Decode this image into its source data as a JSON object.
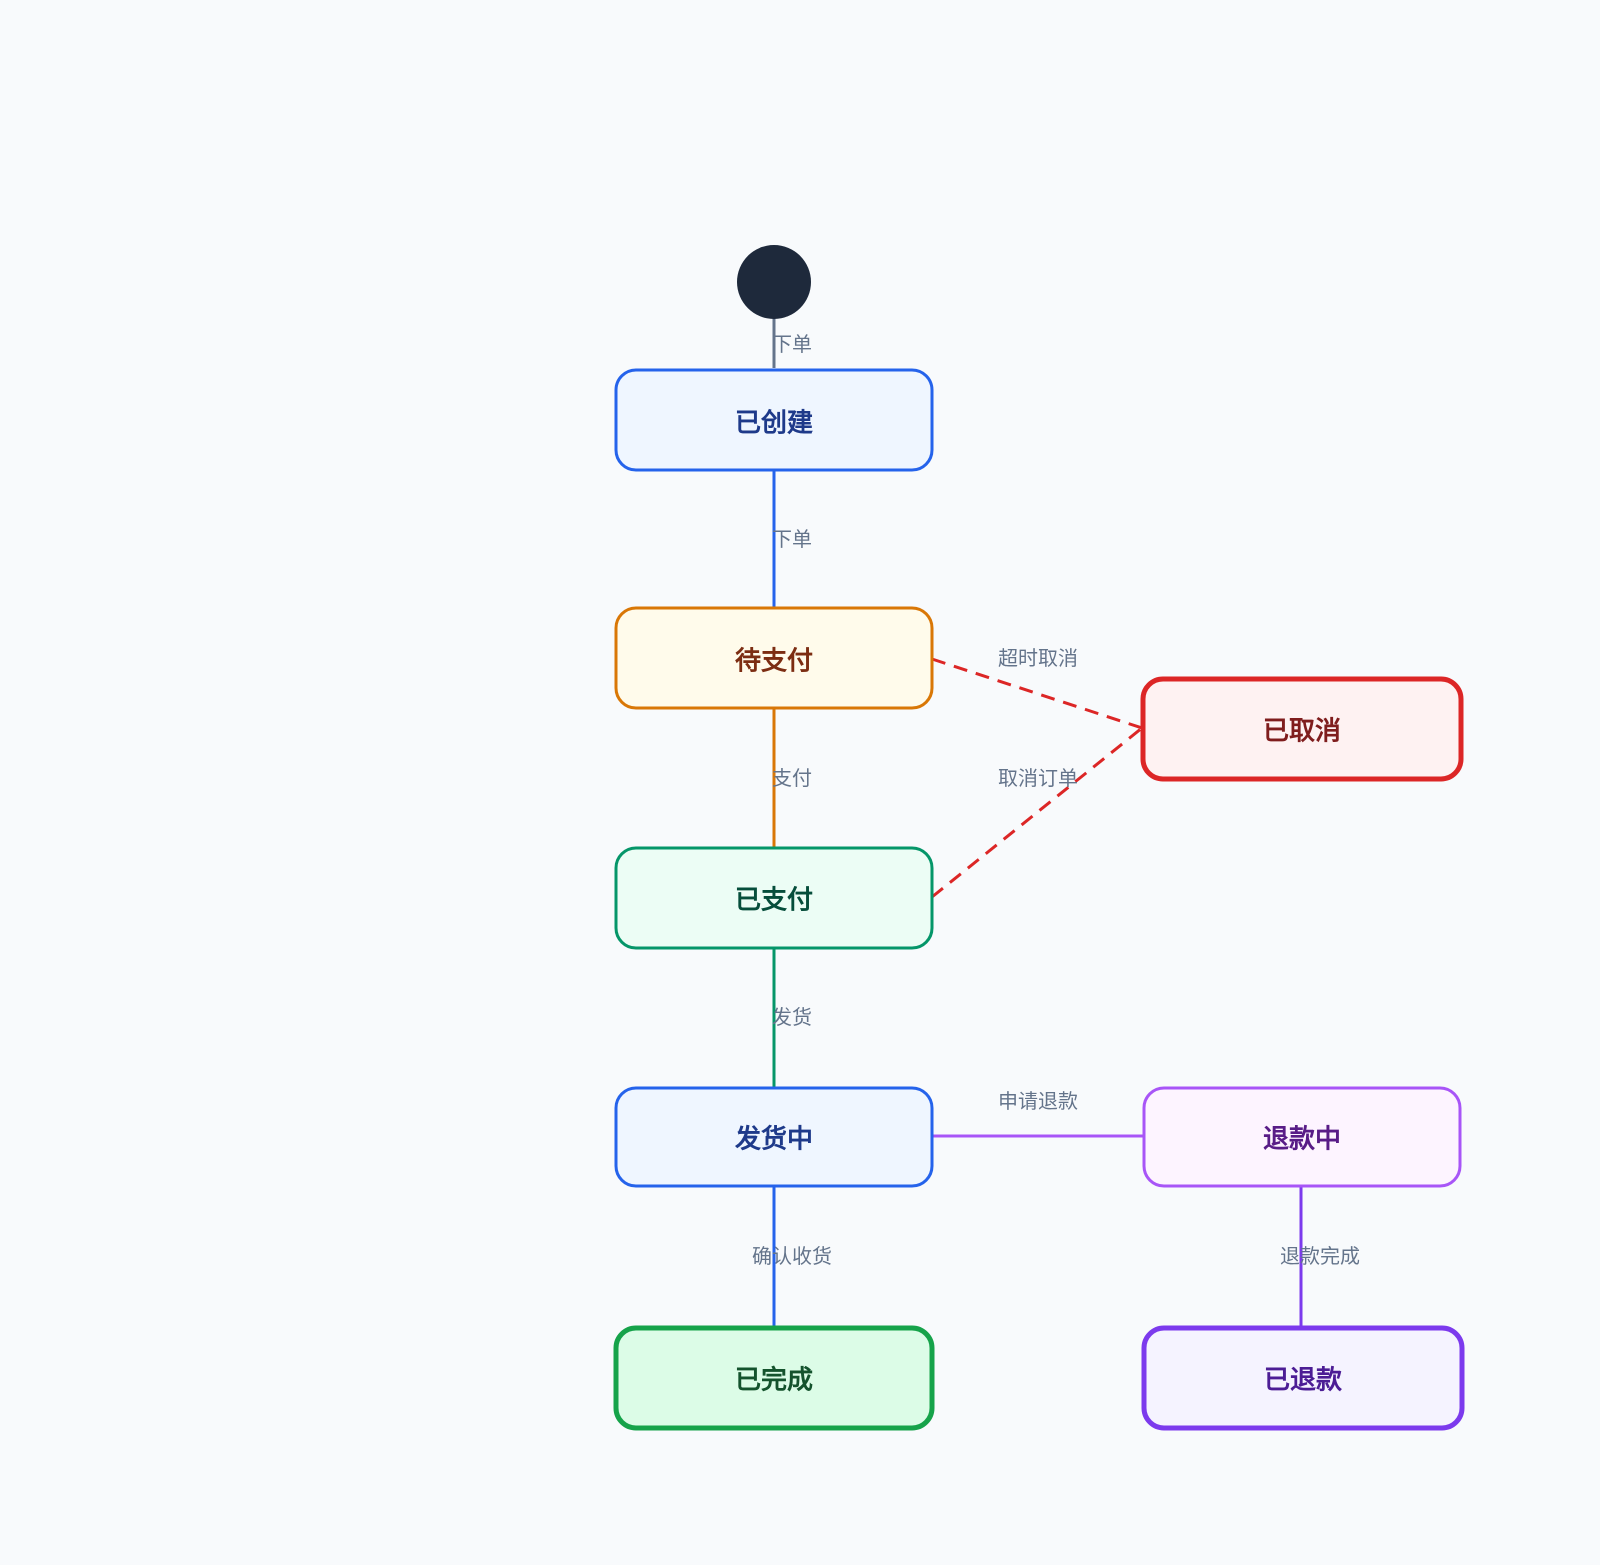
{
  "nodes": {
    "created": {
      "label": "已创建",
      "stroke": "#2563eb",
      "fill": "#eff6ff",
      "text": "#1e3a8a"
    },
    "pending_payment": {
      "label": "待支付",
      "stroke": "#d97706",
      "fill": "#fffbeb",
      "text": "#7c2d12"
    },
    "paid": {
      "label": "已支付",
      "stroke": "#059669",
      "fill": "#ecfdf5",
      "text": "#064e3b"
    },
    "shipping": {
      "label": "发货中",
      "stroke": "#2563eb",
      "fill": "#eff6ff",
      "text": "#1e3a8a"
    },
    "completed": {
      "label": "已完成",
      "stroke": "#16a34a",
      "fill": "#dcfce7",
      "text": "#14532d"
    },
    "cancelled": {
      "label": "已取消",
      "stroke": "#dc2626",
      "fill": "#fef2f2",
      "text": "#7f1d1d"
    },
    "refunding": {
      "label": "退款中",
      "stroke": "#a855f7",
      "fill": "#fdf4ff",
      "text": "#581c87"
    },
    "refunded": {
      "label": "已退款",
      "stroke": "#7c3aed",
      "fill": "#f5f3ff",
      "text": "#4c1d95"
    }
  },
  "edges": {
    "start_to_created": {
      "label": "下单",
      "color": "#64748b"
    },
    "created_to_pending": {
      "label": "下单",
      "color": "#2563eb"
    },
    "pending_to_paid": {
      "label": "支付",
      "color": "#d97706"
    },
    "pending_to_cancelled": {
      "label": "超时取消",
      "color": "#dc2626"
    },
    "paid_to_cancelled": {
      "label": "取消订单",
      "color": "#dc2626"
    },
    "paid_to_shipping": {
      "label": "发货",
      "color": "#059669"
    },
    "shipping_to_refunding": {
      "label": "申请退款",
      "color": "#a855f7"
    },
    "shipping_to_completed": {
      "label": "确认收货",
      "color": "#2563eb"
    },
    "refunding_to_refunded": {
      "label": "退款完成",
      "color": "#7c3aed"
    }
  },
  "start_color": "#1e293b"
}
